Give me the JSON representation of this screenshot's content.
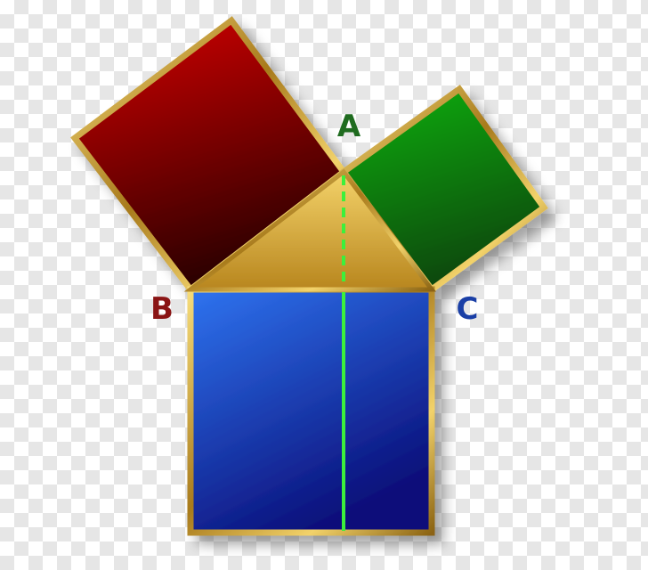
{
  "diagram": {
    "vertices": {
      "a": {
        "label": "A",
        "color": "#1f6b1f"
      },
      "b": {
        "label": "B",
        "color": "#8a1414"
      },
      "c": {
        "label": "C",
        "color": "#1a3fa6"
      }
    },
    "colors": {
      "square_ab": "#b30000",
      "square_ac": "#0a9a0a",
      "square_bc": "#1a4fd6",
      "triangle": "#d4a530",
      "frame": "#c9a13a",
      "altitude": "#3cf03c"
    }
  }
}
